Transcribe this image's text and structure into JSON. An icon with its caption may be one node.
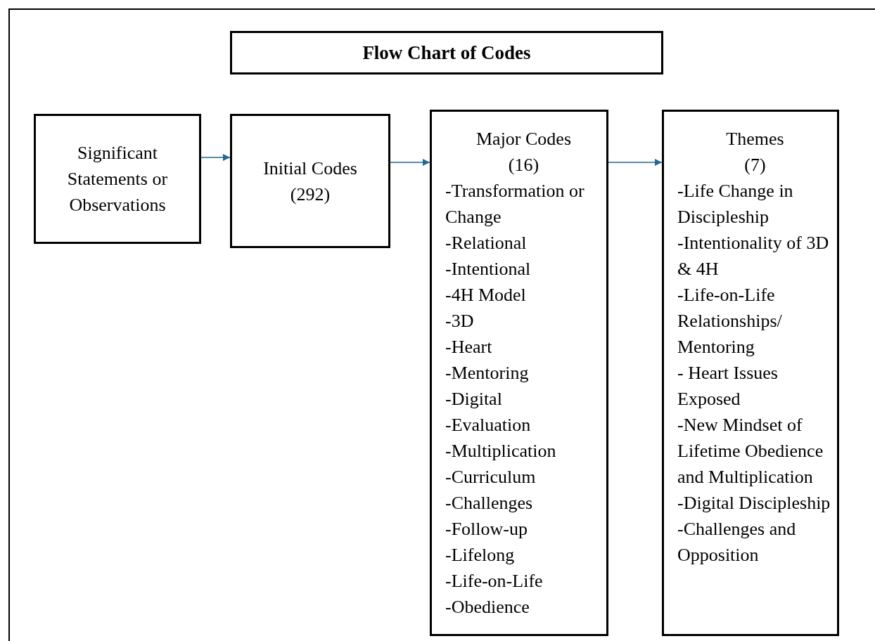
{
  "diagram": {
    "title": "Flow Chart of Codes",
    "nodes": [
      {
        "text": [
          "Significant Statements or Observations"
        ]
      },
      {
        "text": [
          "Initial Codes",
          "(292)"
        ]
      },
      {
        "text": [
          "Major Codes",
          "(16)",
          "-Transformation or Change",
          "-Relational",
          "-Intentional",
          "-4H Model",
          "-3D",
          "-Heart",
          "-Mentoring",
          "-Digital",
          "-Evaluation",
          "-Multiplication",
          "-Curriculum",
          "-Challenges",
          "-Follow-up",
          "-Lifelong",
          "-Life-on-Life",
          "-Obedience"
        ]
      },
      {
        "text": [
          "Themes",
          "(7)",
          "-Life Change in Discipleship",
          "-Intentionality of 3D & 4H",
          "-Life-on-Life Relationships/ Mentoring",
          "- Heart Issues Exposed",
          "-New Mindset of Lifetime Obedience and Multiplication",
          "-Digital Discipleship",
          "-Challenges and Opposition"
        ]
      }
    ],
    "edges": [
      {
        "from": 0,
        "to": 1,
        "arrow": "to"
      },
      {
        "from": 1,
        "to": 2,
        "arrow": "to"
      },
      {
        "from": 2,
        "to": 3,
        "arrow": "to"
      }
    ]
  }
}
